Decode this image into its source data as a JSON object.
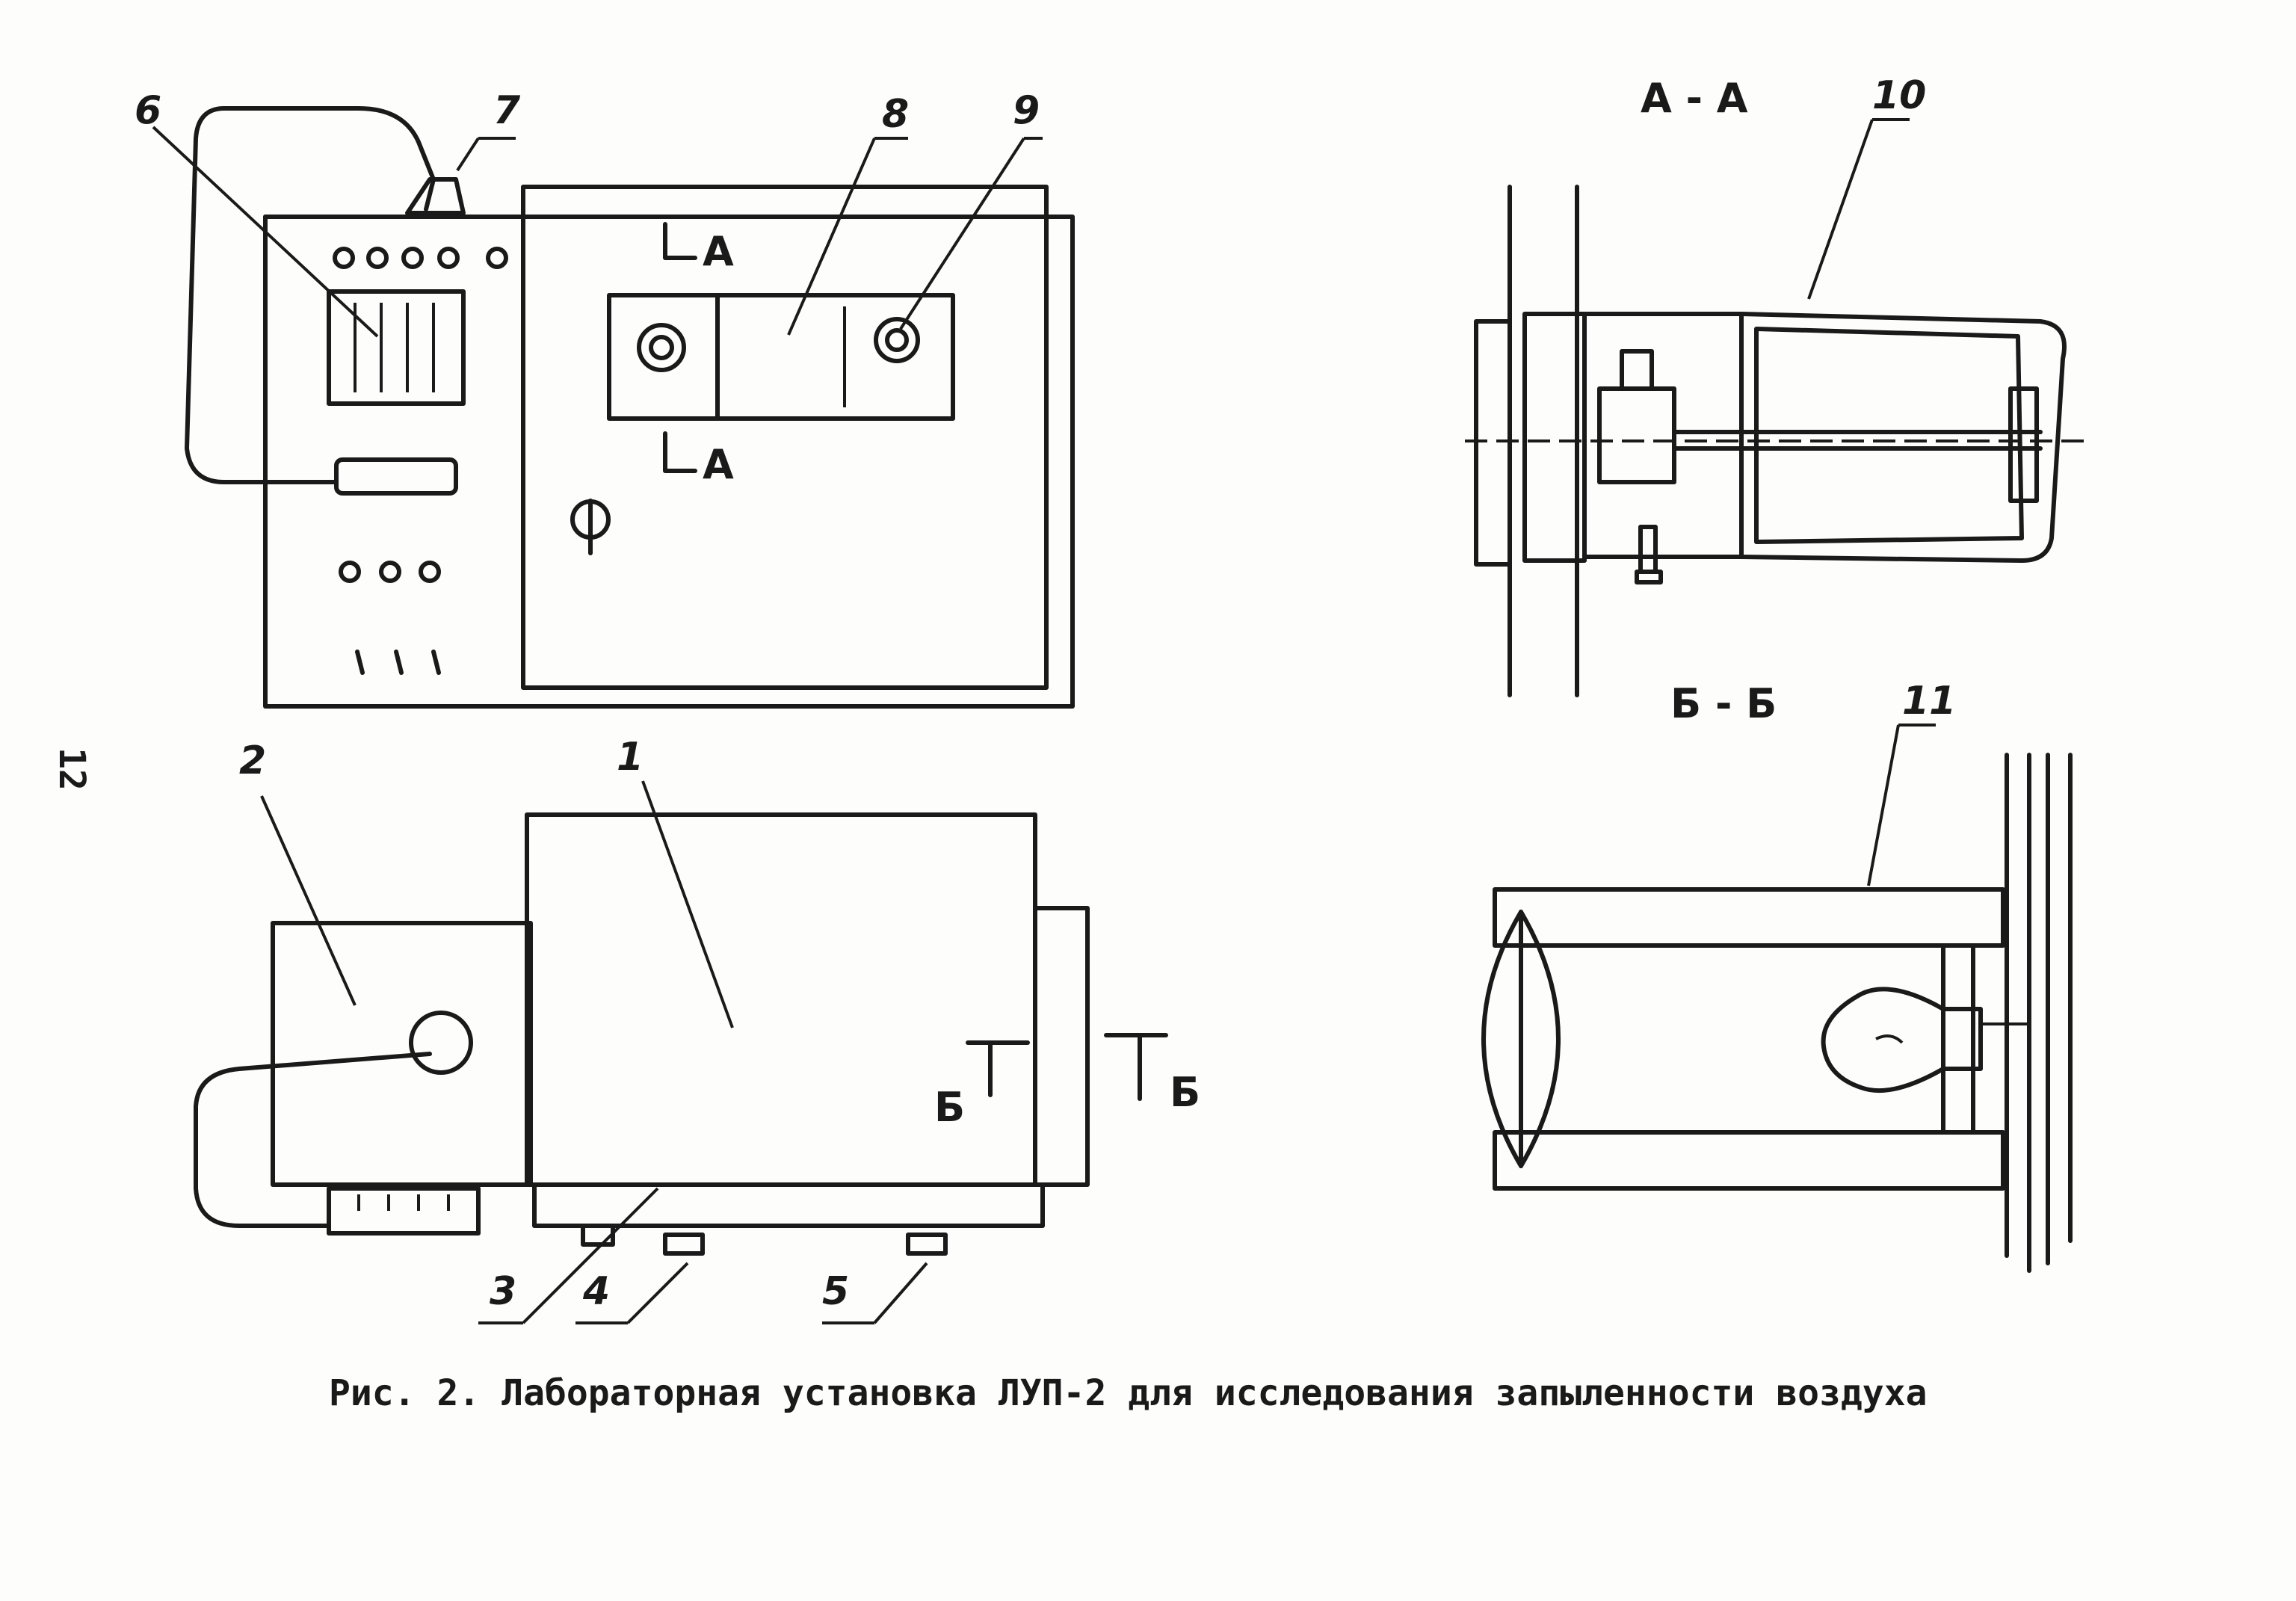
{
  "figure": {
    "caption": "Рис. 2. Лабораторная установка ЛУП-2 для исследования запыленности воздуха",
    "page_number": "12"
  },
  "labels": {
    "l1": "1",
    "l2": "2",
    "l3": "3",
    "l4": "4",
    "l5": "5",
    "l6": "6",
    "l7": "7",
    "l8": "8",
    "l9": "9",
    "l10": "10",
    "l11": "11"
  },
  "sections": {
    "aa_title": "А - А",
    "bb_title": "Б - Б",
    "a_mark": "А",
    "b_mark": "Б",
    "b_mark2": "Б"
  }
}
